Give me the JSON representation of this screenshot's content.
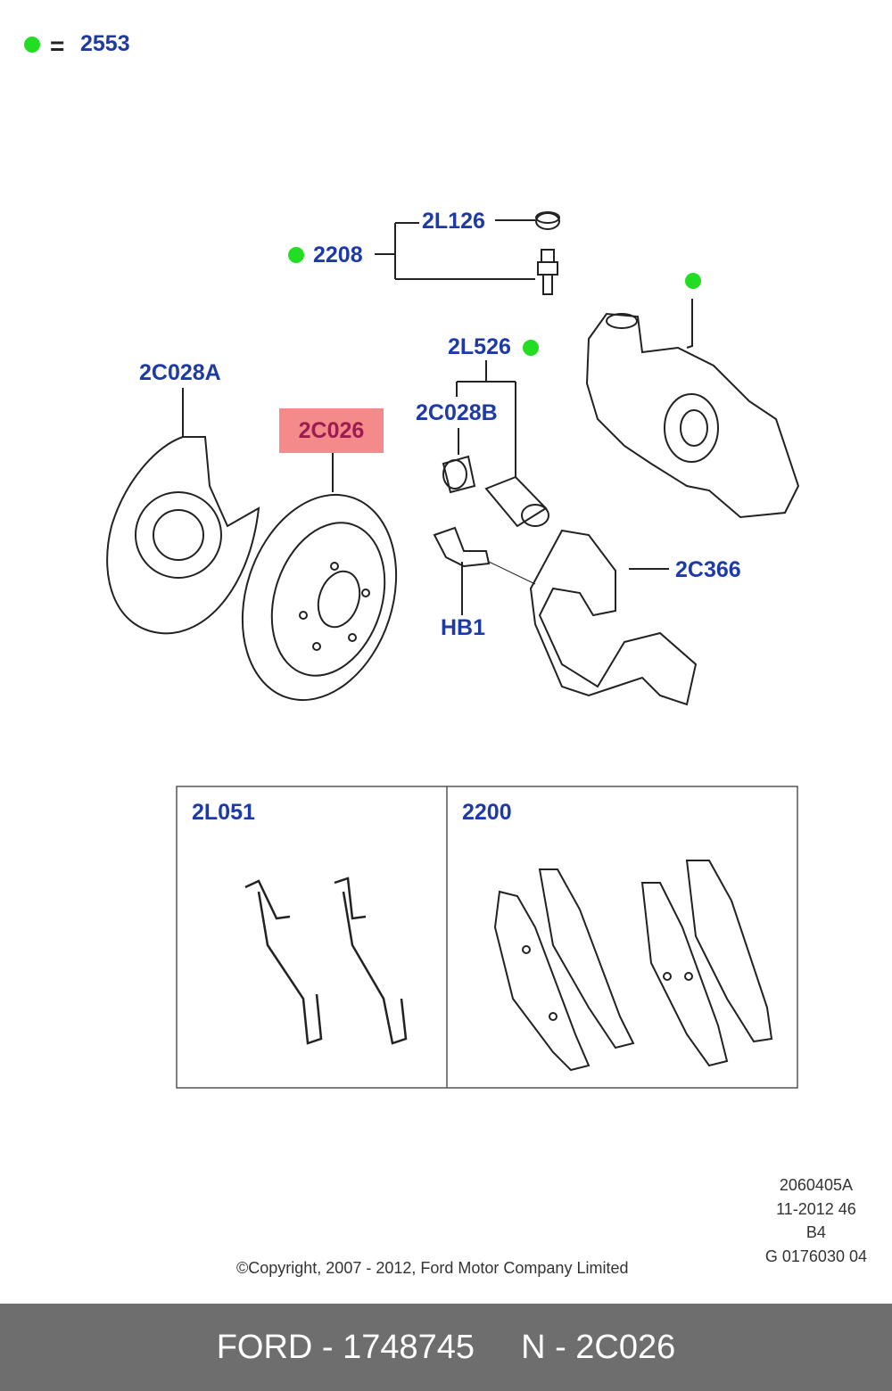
{
  "legend": {
    "equals": "=",
    "value": "2553",
    "dot_color": "#22dd22"
  },
  "labels": {
    "l2L126": "2L126",
    "l2208": "2208",
    "l2L526": "2L526",
    "l2C028A": "2C028A",
    "l2C026": "2C026",
    "l2C028B": "2C028B",
    "l2C366": "2C366",
    "lHB1": "HB1",
    "l2L051": "2L051",
    "l2200": "2200"
  },
  "highlight_color": "#f48a8a",
  "reference": {
    "line1": "2060405A",
    "line2": "11-2012 46",
    "line3": "B4",
    "line4": "G 0176030 04"
  },
  "copyright": "©Copyright, 2007 - 2012, Ford Motor Company Limited",
  "footer": {
    "part": "FORD - 1748745",
    "number": "N - 2C026"
  }
}
